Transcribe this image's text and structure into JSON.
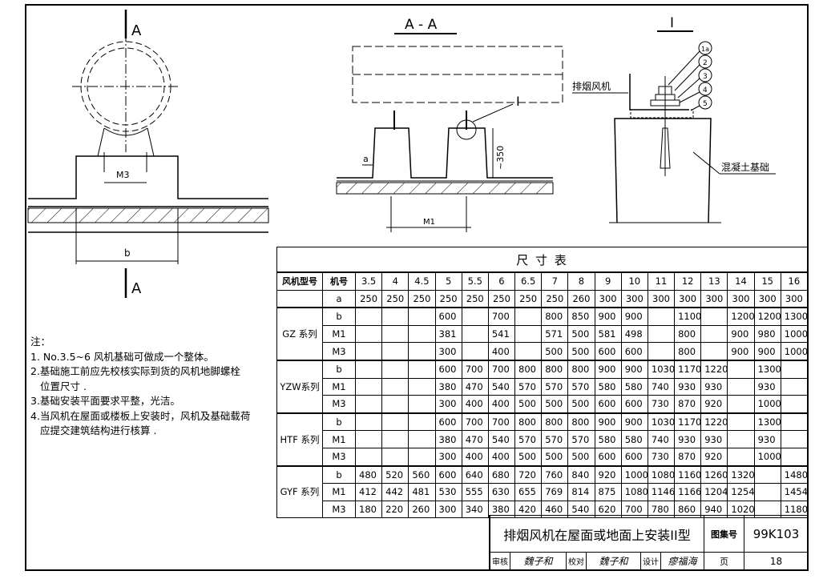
{
  "section_marks": {
    "left_top": "A",
    "left_bottom": "A",
    "middle_title": "A - A",
    "detail_title": "I",
    "detail_callout": "I"
  },
  "dimensions": {
    "m3": "M3",
    "b": "b",
    "a": "a",
    "height": "~350",
    "m1": "M1"
  },
  "detail_labels": {
    "fan": "排烟风机",
    "foundation": "混凝土基础",
    "callouts": [
      "1a",
      "2",
      "3",
      "4",
      "5"
    ]
  },
  "notes": {
    "heading": "注：",
    "items": [
      "1. No.3.5~6 风机基础可做成一个整体。",
      "2.基础施工前应先校核实际到货的风机地脚螺栓",
      "位置尺寸 .",
      "3.基础安装平面要求平整，光洁。",
      "4.当风机在屋面或楼板上安装时，风机及基础载荷",
      "应提交建筑结构进行核算 ."
    ]
  },
  "table": {
    "title": "尺   寸   表",
    "header": [
      "风机型号",
      "机号",
      "3.5",
      "4",
      "4.5",
      "5",
      "5.5",
      "6",
      "6.5",
      "7",
      "8",
      "9",
      "10",
      "11",
      "12",
      "13",
      "14",
      "15",
      "16"
    ],
    "a_row": {
      "param": "a",
      "values": [
        "250",
        "250",
        "250",
        "250",
        "250",
        "250",
        "250",
        "250",
        "260",
        "300",
        "300",
        "300",
        "300",
        "300",
        "300",
        "300",
        "300"
      ]
    },
    "groups": [
      {
        "name": "GZ 系列",
        "rows": [
          {
            "param": "b",
            "values": [
              "",
              "",
              "",
              "600",
              "",
              "700",
              "",
              "800",
              "850",
              "900",
              "900",
              "",
              "1100",
              "",
              "1200",
              "1200",
              "1300"
            ]
          },
          {
            "param": "M1",
            "values": [
              "",
              "",
              "",
              "381",
              "",
              "541",
              "",
              "571",
              "500",
              "581",
              "498",
              "",
              "800",
              "",
              "900",
              "980",
              "1000"
            ]
          },
          {
            "param": "M3",
            "values": [
              "",
              "",
              "",
              "300",
              "",
              "400",
              "",
              "500",
              "500",
              "600",
              "600",
              "",
              "800",
              "",
              "900",
              "900",
              "1000"
            ]
          }
        ]
      },
      {
        "name": "YZW系列",
        "rows": [
          {
            "param": "b",
            "values": [
              "",
              "",
              "",
              "600",
              "700",
              "700",
              "800",
              "800",
              "800",
              "900",
              "900",
              "1030",
              "1170",
              "1220",
              "",
              "1300",
              ""
            ]
          },
          {
            "param": "M1",
            "values": [
              "",
              "",
              "",
              "380",
              "470",
              "540",
              "570",
              "570",
              "570",
              "580",
              "580",
              "740",
              "930",
              "930",
              "",
              "930",
              ""
            ]
          },
          {
            "param": "M3",
            "values": [
              "",
              "",
              "",
              "300",
              "400",
              "400",
              "500",
              "500",
              "500",
              "600",
              "600",
              "730",
              "870",
              "920",
              "",
              "1000",
              ""
            ]
          }
        ]
      },
      {
        "name": "HTF 系列",
        "rows": [
          {
            "param": "b",
            "values": [
              "",
              "",
              "",
              "600",
              "700",
              "700",
              "800",
              "800",
              "800",
              "900",
              "900",
              "1030",
              "1170",
              "1220",
              "",
              "1300",
              ""
            ]
          },
          {
            "param": "M1",
            "values": [
              "",
              "",
              "",
              "380",
              "470",
              "540",
              "570",
              "570",
              "570",
              "580",
              "580",
              "740",
              "930",
              "930",
              "",
              "930",
              ""
            ]
          },
          {
            "param": "M3",
            "values": [
              "",
              "",
              "",
              "300",
              "400",
              "400",
              "500",
              "500",
              "500",
              "600",
              "600",
              "730",
              "870",
              "920",
              "",
              "1000",
              ""
            ]
          }
        ]
      },
      {
        "name": "GYF 系列",
        "rows": [
          {
            "param": "b",
            "values": [
              "480",
              "520",
              "560",
              "600",
              "640",
              "680",
              "720",
              "760",
              "840",
              "920",
              "1000",
              "1080",
              "1160",
              "1260",
              "1320",
              "",
              "1480"
            ]
          },
          {
            "param": "M1",
            "values": [
              "412",
              "442",
              "481",
              "530",
              "555",
              "630",
              "655",
              "769",
              "814",
              "875",
              "1080",
              "1146",
              "1166",
              "1204",
              "1254",
              "",
              "1454"
            ]
          },
          {
            "param": "M3",
            "values": [
              "180",
              "220",
              "260",
              "300",
              "340",
              "380",
              "420",
              "460",
              "540",
              "620",
              "700",
              "780",
              "860",
              "940",
              "1020",
              "",
              "1180"
            ]
          }
        ]
      }
    ]
  },
  "title_block": {
    "drawing_title": "排烟风机在屋面或地面上安装II型",
    "atlas_label": "图集号",
    "atlas_number": "99K103",
    "review_label": "审核",
    "review_signature": "魏子和",
    "check_label": "校对",
    "check_signature": "魏子和",
    "design_label": "设计",
    "design_signature": "瘳福海",
    "page_label": "页",
    "page_number": "18"
  }
}
